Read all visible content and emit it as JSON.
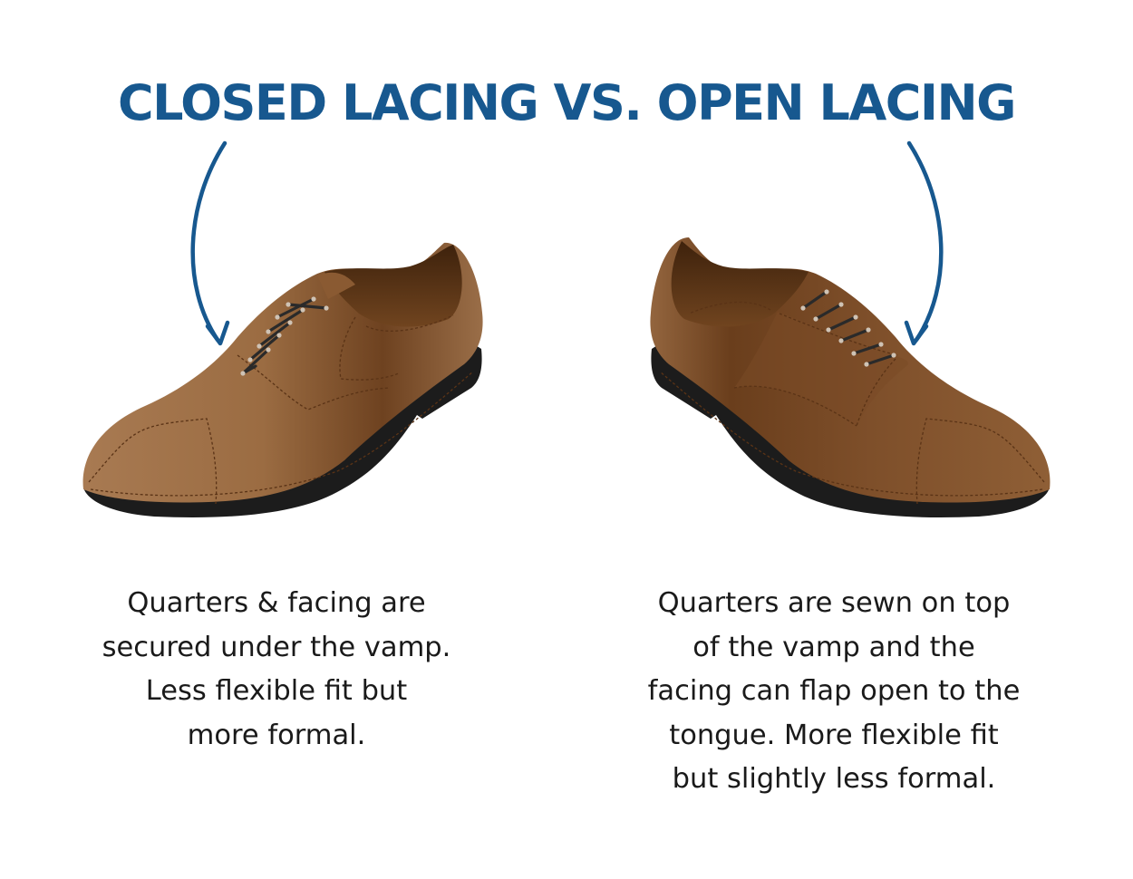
{
  "title": "CLOSED LACING VS. OPEN LACING",
  "colors": {
    "title": "#17588f",
    "arrow": "#17588f",
    "leather_light": "#a9774b",
    "leather_dark": "#5a3316",
    "lace": "#2a2a2a",
    "sole": "#1c1c1c",
    "welt_stitch": "#c9a070"
  },
  "panels": [
    {
      "lines": [
        "Quarters & facing are",
        "secured under the vamp.",
        "Less flexible fit but",
        "more formal."
      ]
    },
    {
      "lines": [
        "Quarters are sewn on top",
        "of the vamp and the",
        "facing can flap open to the",
        "tongue. More flexible fit",
        "but slightly less formal."
      ]
    }
  ]
}
